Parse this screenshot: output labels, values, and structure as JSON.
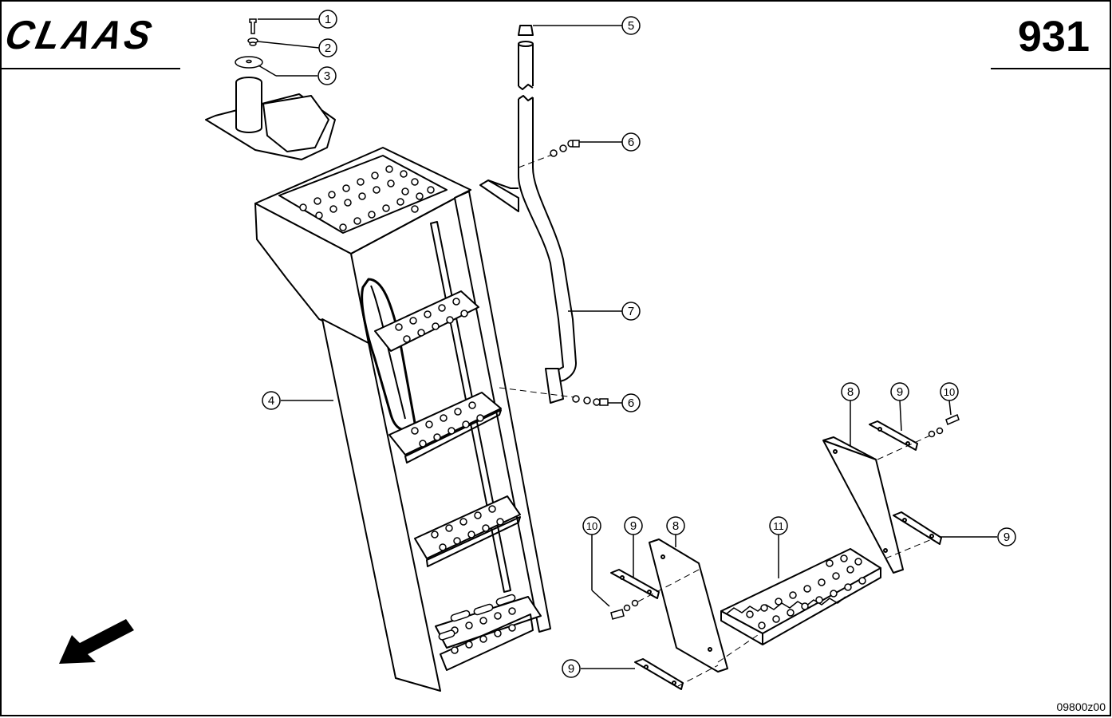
{
  "header": {
    "brand": "CLAAS",
    "page_number": "931"
  },
  "footer": {
    "drawing_code": "09800z00"
  },
  "callouts": [
    {
      "id": "c1",
      "label": "1"
    },
    {
      "id": "c2",
      "label": "2"
    },
    {
      "id": "c3",
      "label": "3"
    },
    {
      "id": "c4",
      "label": "4"
    },
    {
      "id": "c5",
      "label": "5"
    },
    {
      "id": "c6a",
      "label": "6"
    },
    {
      "id": "c7",
      "label": "7"
    },
    {
      "id": "c6b",
      "label": "6"
    },
    {
      "id": "c8a",
      "label": "8"
    },
    {
      "id": "c9a",
      "label": "9"
    },
    {
      "id": "c10a",
      "label": "10"
    },
    {
      "id": "c9b",
      "label": "9"
    },
    {
      "id": "c10b",
      "label": "10"
    },
    {
      "id": "c9c",
      "label": "9"
    },
    {
      "id": "c8b",
      "label": "8"
    },
    {
      "id": "c11",
      "label": "11"
    },
    {
      "id": "c9d",
      "label": "9"
    }
  ],
  "icons": {
    "direction": "direction-arrow-icon"
  }
}
